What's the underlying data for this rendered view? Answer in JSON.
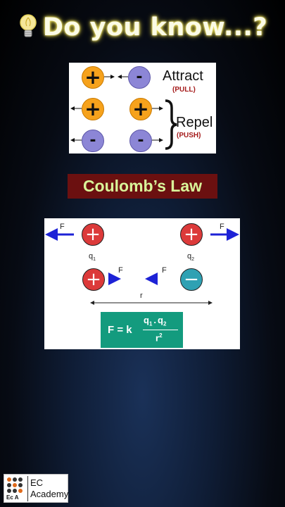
{
  "header": {
    "title": "Do you know...?",
    "icon": "lightbulb-icon"
  },
  "rules_card": {
    "row1": {
      "left": "+",
      "right": "-",
      "label": "Attract",
      "sub": "(PULL)"
    },
    "row2": {
      "left": "+",
      "right": "+"
    },
    "row3": {
      "left": "-",
      "right": "-"
    },
    "repel": {
      "label": "Repel",
      "sub": "(PUSH)"
    }
  },
  "banner": {
    "text": "Coulomb’s Law"
  },
  "law_card": {
    "force": "F",
    "q1": {
      "symbol": "q",
      "sub": "1",
      "sign": "+"
    },
    "q2": {
      "symbol": "q",
      "sub": "2",
      "sign": "+"
    },
    "attract_left_sign": "+",
    "attract_right_sign": "−",
    "distance": "r",
    "formula": {
      "lhs": "F = k",
      "num_a": "q",
      "num_a_sub": "1",
      "dot": ".",
      "num_b": "q",
      "num_b_sub": "2",
      "den": "r",
      "den_exp": "2"
    }
  },
  "logo": {
    "mark": "Ec A",
    "line1": "EC",
    "line2": "Academy"
  },
  "colors": {
    "positive": "#f6a21c",
    "negative": "#8c86d6",
    "red_charge": "#dc3a3a",
    "teal_charge": "#2fa1b3",
    "arrow": "#1d22d6",
    "formula_bg": "#139b7e",
    "banner_bg": "#6b1010",
    "banner_text": "#d9f59a"
  }
}
